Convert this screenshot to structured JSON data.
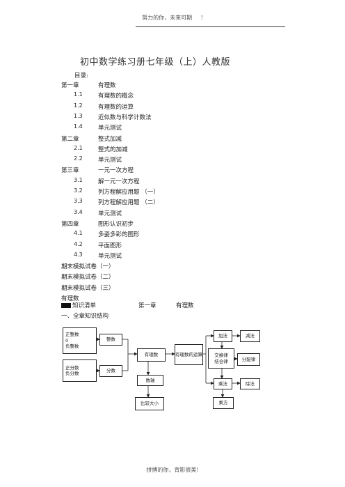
{
  "header": {
    "text": "努力的你，未来可期",
    "mark": "!"
  },
  "title": "初中数学练习册七年级（上）人教版",
  "toc_label": "目录:",
  "toc": [
    {
      "a": "第一章",
      "b": "有理数"
    },
    {
      "a": "1.1",
      "b": "有理数的概念"
    },
    {
      "a": "1.2",
      "b": "有理数的运算"
    },
    {
      "a": "1.3",
      "b": "近似数与科学计数法"
    },
    {
      "a": "1.4",
      "b": "单元测试"
    },
    {
      "a": "第二章",
      "b": "整式加减"
    },
    {
      "a": "2.1",
      "b": "整式的加减"
    },
    {
      "a": "2.2",
      "b": "单元测试"
    },
    {
      "a": "第三章",
      "b": "一元一次方程"
    },
    {
      "a": "3.1",
      "b": "解一元一次方程"
    },
    {
      "a": "3.2",
      "b": "列方程解应用题 （一）"
    },
    {
      "a": "3.3",
      "b": "列方程解应用题 （二）"
    },
    {
      "a": "3.4",
      "b": "单元测试"
    },
    {
      "a": "第四章",
      "b": "图形认识初步"
    },
    {
      "a": "4.1",
      "b": "多姿多彩的图形"
    },
    {
      "a": "4.2",
      "b": "平面图形"
    },
    {
      "a": "4.3",
      "b": "单元测试"
    },
    {
      "a": "期末模拟试卷（一）",
      "b": ""
    },
    {
      "a": "期末模拟试卷（二）",
      "b": ""
    },
    {
      "a": "期末模拟试卷（三）",
      "b": ""
    },
    {
      "a": "有理数",
      "b": ""
    }
  ],
  "knowledge_line": {
    "left": "知识清单",
    "chapter": "第一章",
    "topic": "有理数"
  },
  "section_heading": "一、全章知识结构",
  "diagram": {
    "pos_int": "正整数",
    "zero": "0",
    "neg_int": "负整数",
    "integer": "整数",
    "pos_frac": "正分数",
    "neg_frac": "负分数",
    "fraction": "分数",
    "rational": "有理数",
    "numberline": "数轴",
    "compare": "比较大小",
    "operations": "有理数的运算",
    "add": "加法",
    "subtract": "减法",
    "laws1": "交换律",
    "laws2": "结合律",
    "distributive": "分配律",
    "multiply": "乘法",
    "divide": "除法",
    "power": "乘方"
  },
  "footer": "拼搏的你，背影很美!"
}
